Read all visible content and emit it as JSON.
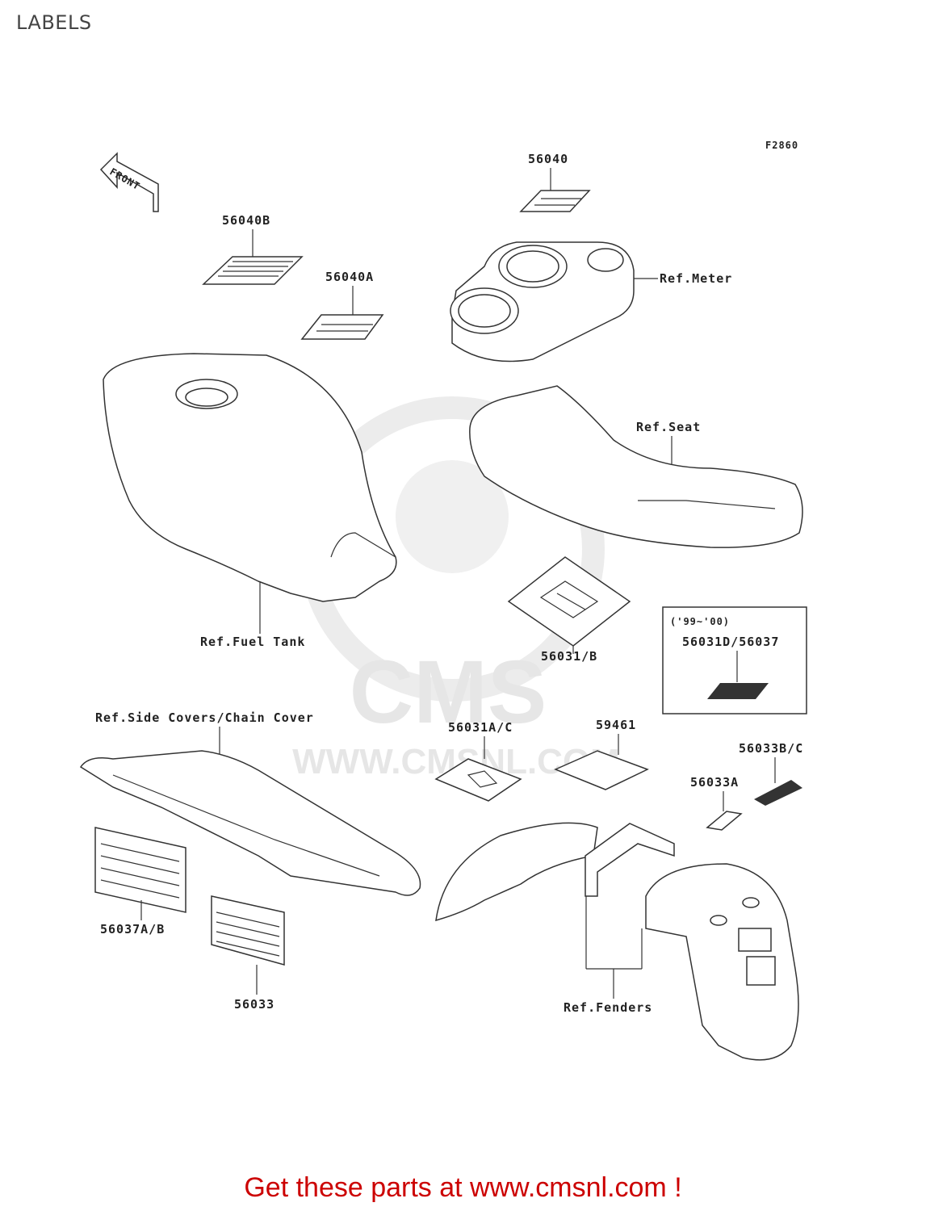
{
  "page": {
    "title": "LABELS"
  },
  "figure_code": "F2860",
  "front_marker": "FRONT",
  "watermark": {
    "logo": "CMS",
    "url": "WWW.CMSNL.COM"
  },
  "parts": {
    "p56040": "56040",
    "p56040B": "56040B",
    "p56040A": "56040A",
    "ref_meter": "Ref.Meter",
    "ref_seat": "Ref.Seat",
    "ref_fuel_tank": "Ref.Fuel Tank",
    "p56031B": "56031/B",
    "year_range": "('99~'00)",
    "p56031D_56037": "56031D/56037",
    "ref_side_covers": "Ref.Side Covers/Chain Cover",
    "p56031AC": "56031A/C",
    "p59461": "59461",
    "p56033BC": "56033B/C",
    "p56033A": "56033A",
    "p56037AB": "56037A/B",
    "p56033": "56033",
    "ref_fenders": "Ref.Fenders"
  },
  "footer": {
    "cta": "Get these parts at www.cmsnl.com !"
  }
}
